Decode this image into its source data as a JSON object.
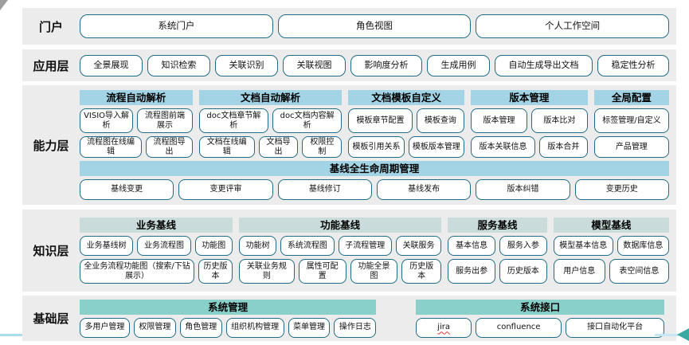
{
  "colors": {
    "band_bg": "#ececec",
    "box_border": "#1f6c86",
    "header_blue": "#a3d4e6",
    "header_pale": "#c9dcdb",
    "header_teal": "#89d0ca",
    "squiggle_red": "#e03a3a",
    "arrow_teal": "#3aa9a0",
    "edge_line_blue": "#aadcee",
    "corner_gray": "#9e9e9e",
    "text": "#111111"
  },
  "layers": [
    {
      "id": "portal",
      "label": "门户",
      "kind": "row",
      "buttons": [
        "系统门户",
        "角色视图",
        "个人工作空间"
      ]
    },
    {
      "id": "application",
      "label": "应用层",
      "kind": "row",
      "buttons": [
        "全景展现",
        "知识检索",
        "关联识别",
        "关联视图",
        "影响度分析",
        "生成用例",
        "自动生成导出文档",
        "稳定性分析"
      ]
    },
    {
      "id": "capability",
      "label": "能力层",
      "kind": "columns",
      "groups": [
        {
          "header": "流程自动解析",
          "rows": [
            [
              "VISIO导入解析",
              "流程图前端展示"
            ],
            [
              "流程图在线编辑",
              "流程图导出"
            ]
          ]
        },
        {
          "header": "文档自动解析",
          "rows": [
            [
              "doc文档章节解析",
              "doc文档内容解析"
            ],
            [
              "文档在线编辑",
              "文档导出",
              "权限控制"
            ]
          ]
        },
        {
          "header": "文档模板自定义",
          "rows": [
            [
              "模板章节配置",
              "模板查询"
            ],
            [
              "模板引用关系",
              "模板版本管理"
            ]
          ]
        },
        {
          "header": "版本管理",
          "rows": [
            [
              "版本管理",
              "版本比对"
            ],
            [
              "版本关联信息",
              "版本合并"
            ]
          ]
        },
        {
          "header": "全局配置",
          "rows": [
            [
              "标签管理/自定义"
            ],
            [
              "产品管理"
            ]
          ]
        }
      ],
      "baseline": {
        "header": "基线全生命周期管理",
        "buttons": [
          "基线变更",
          "变更评审",
          "基线修订",
          "基线发布",
          "版本纠错",
          "变更历史"
        ]
      }
    },
    {
      "id": "knowledge",
      "label": "知识层",
      "kind": "columns",
      "groups": [
        {
          "header": "业务基线",
          "rows": [
            [
              "业务基线树",
              "业务流程图",
              "功能图"
            ],
            [
              "全业务流程功能图（搜索/下钻展示）",
              "历史版本"
            ]
          ]
        },
        {
          "header": "功能基线",
          "rows": [
            [
              "功能树",
              "系统流程图",
              "子流程管理",
              "关联服务"
            ],
            [
              "关联业务规则",
              "属性可配置",
              "功能全景图",
              "历史版本"
            ]
          ]
        },
        {
          "header": "服务基线",
          "rows": [
            [
              "基本信息",
              "服务入参"
            ],
            [
              "服务出参",
              "历史版本"
            ]
          ]
        },
        {
          "header": "模型基线",
          "rows": [
            [
              "模型基本信息",
              "数据库信息"
            ],
            [
              "用户信息",
              "表空间信息"
            ]
          ]
        }
      ]
    },
    {
      "id": "base",
      "label": "基础层",
      "kind": "columns",
      "groups": [
        {
          "header": "系统管理",
          "rows": [
            [
              "多用户管理",
              "权限管理",
              "角色管理",
              "组织机构管理",
              "菜单管理",
              "操作日志"
            ]
          ]
        },
        {
          "header": "系统接口",
          "rows": [
            [
              {
                "label": "jira",
                "spellcheck": true
              },
              "confluence",
              "接口自动化平台"
            ]
          ]
        }
      ]
    }
  ]
}
